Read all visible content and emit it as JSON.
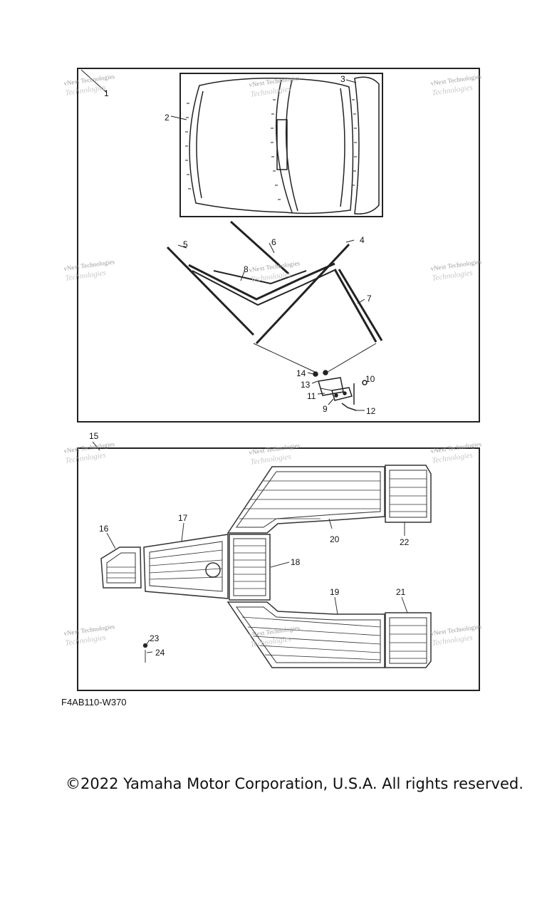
{
  "figure_code": "F4AB110-W370",
  "copyright": "©2022 Yamaha Motor Corporation, U.S.A. All rights reserved.",
  "watermark": {
    "line1": "vNext Technologies",
    "line2": "Technologies"
  },
  "callouts": [
    "1",
    "2",
    "3",
    "4",
    "5",
    "6",
    "7",
    "8",
    "9",
    "10",
    "11",
    "12",
    "13",
    "14",
    "15",
    "16",
    "17",
    "18",
    "19",
    "20",
    "21",
    "22",
    "23",
    "24"
  ]
}
